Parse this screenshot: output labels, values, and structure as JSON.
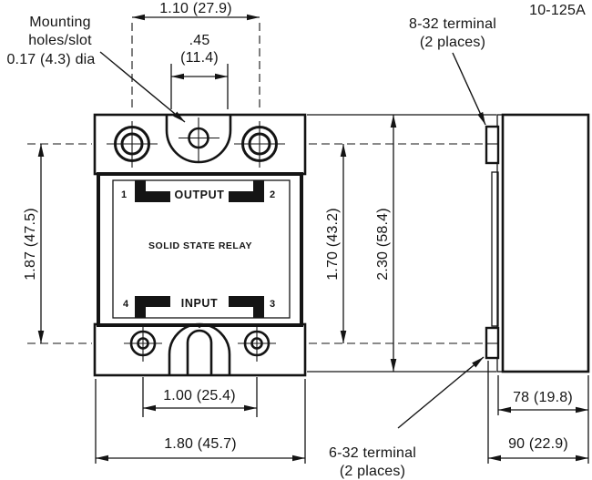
{
  "title": {
    "part_number": "10-125A"
  },
  "front_view": {
    "output_label": "OUTPUT",
    "input_label": "INPUT",
    "device_label": "SOLID STATE RELAY",
    "terminals": {
      "t1": "1",
      "t2": "2",
      "t3": "3",
      "t4": "4"
    }
  },
  "annotations": {
    "mounting": {
      "line1": "Mounting",
      "line2": "holes/slot",
      "line3": "0.17 (4.3) dia"
    },
    "terminal_8_32": {
      "line1": "8-32 terminal",
      "line2": "(2 places)"
    },
    "terminal_6_32": {
      "line1": "6-32 terminal",
      "line2": "(2 places)"
    }
  },
  "dimensions": {
    "top_hole_spacing": "1.10 (27.9)",
    "slot_width_in": ".45",
    "slot_width_mm": "(11.4)",
    "mounting_hole_spacing": "1.87 (47.5)",
    "terminal_spacing": "1.70 (43.2)",
    "overall_height": "2.30 (58.4)",
    "bottom_hole_spacing": "1.00 (25.4)",
    "overall_width": "1.80 (45.7)",
    "body_depth": "78 (19.8)",
    "overall_depth": "90 (22.9)"
  },
  "colors": {
    "line": "#141414",
    "background": "#ffffff"
  }
}
